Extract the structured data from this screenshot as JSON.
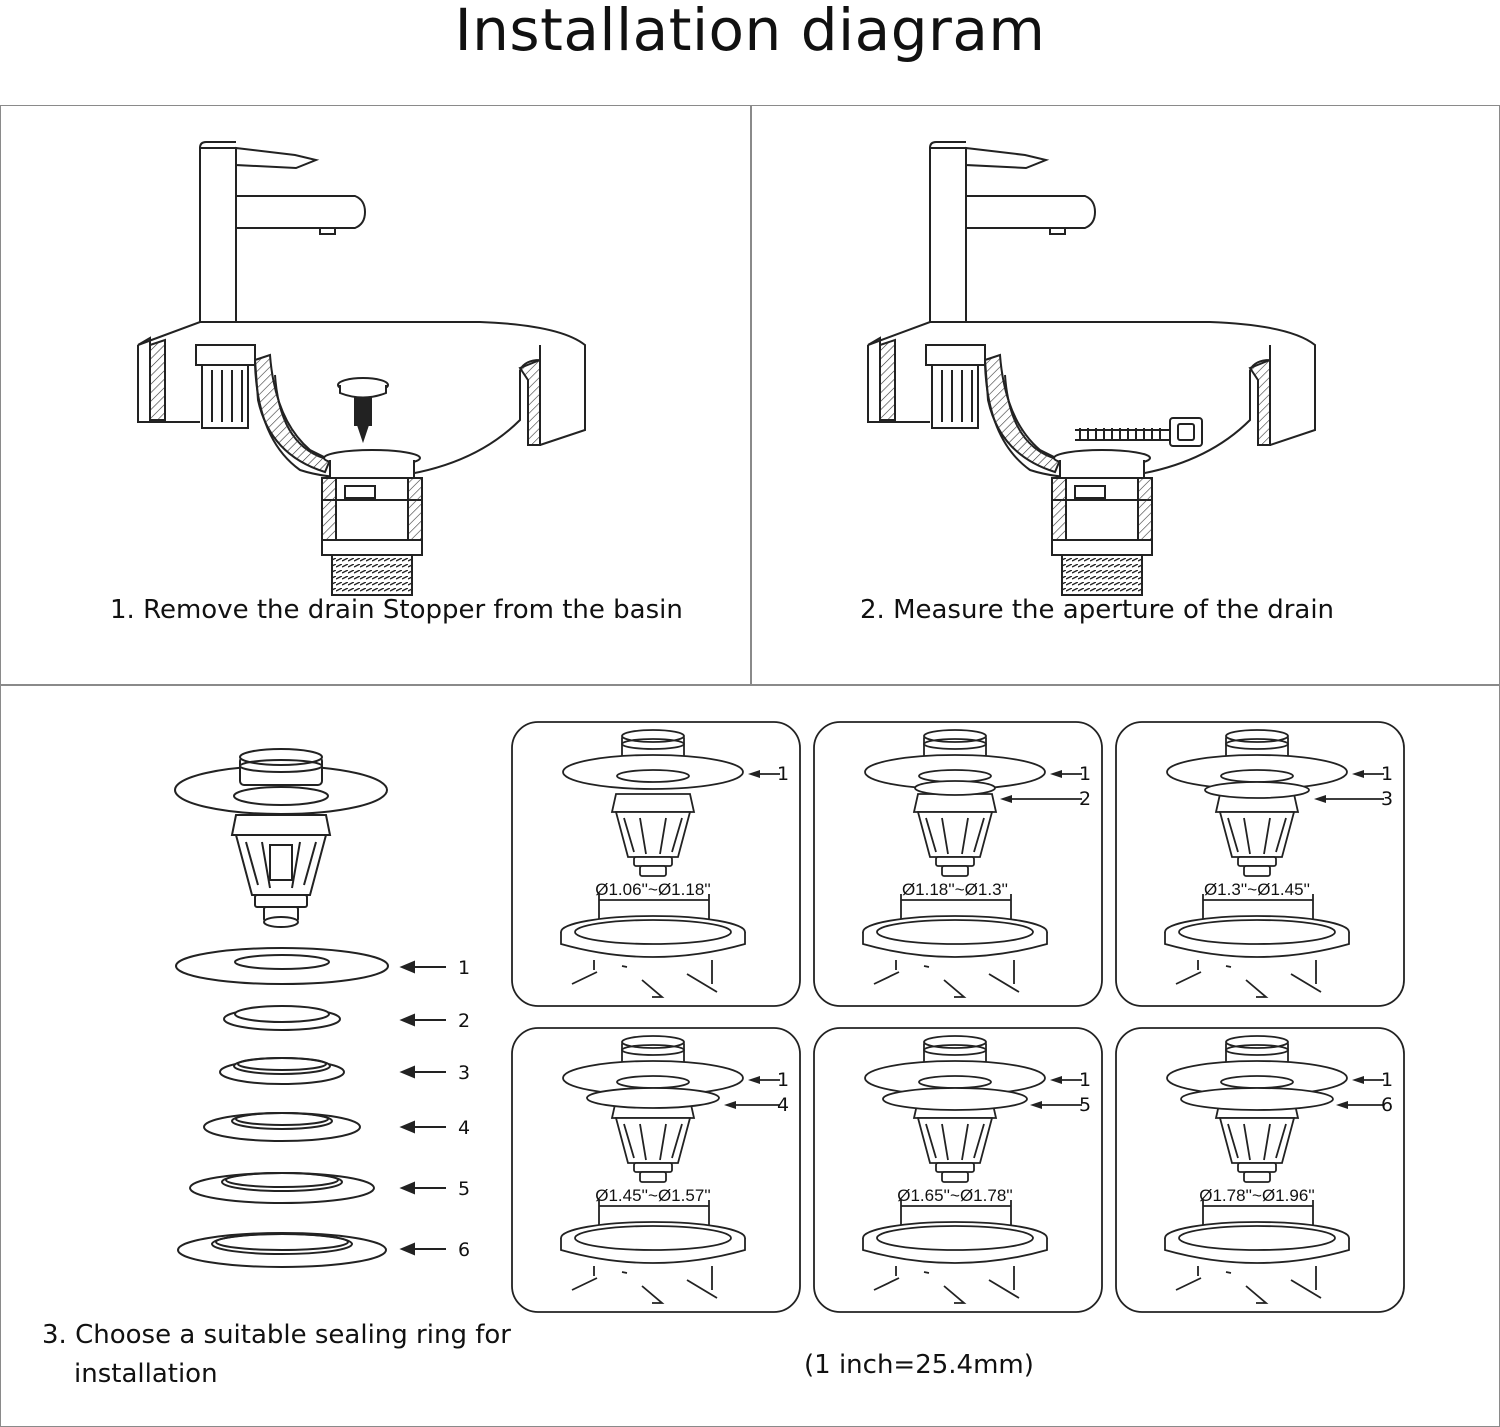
{
  "title": "Installation diagram",
  "steps": [
    {
      "label": "1. Remove the drain Stopper from the basin"
    },
    {
      "label": "2. Measure the aperture of the drain"
    },
    {
      "label_line1": "3. Choose a suitable sealing ring for",
      "label_line2": "installation"
    }
  ],
  "rings": [
    "1",
    "2",
    "3",
    "4",
    "5",
    "6"
  ],
  "configs": [
    {
      "rings": [
        "1"
      ],
      "range": "Ø1.06''~Ø1.18''"
    },
    {
      "rings": [
        "1",
        "2"
      ],
      "range": "Ø1.18''~Ø1.3''"
    },
    {
      "rings": [
        "1",
        "3"
      ],
      "range": "Ø1.3''~Ø1.45''"
    },
    {
      "rings": [
        "1",
        "4"
      ],
      "range": "Ø1.45''~Ø1.57''"
    },
    {
      "rings": [
        "1",
        "5"
      ],
      "range": "Ø1.65''~Ø1.78''"
    },
    {
      "rings": [
        "1",
        "6"
      ],
      "range": "Ø1.78''~Ø1.96''"
    }
  ],
  "note": "(1 inch=25.4mm)"
}
